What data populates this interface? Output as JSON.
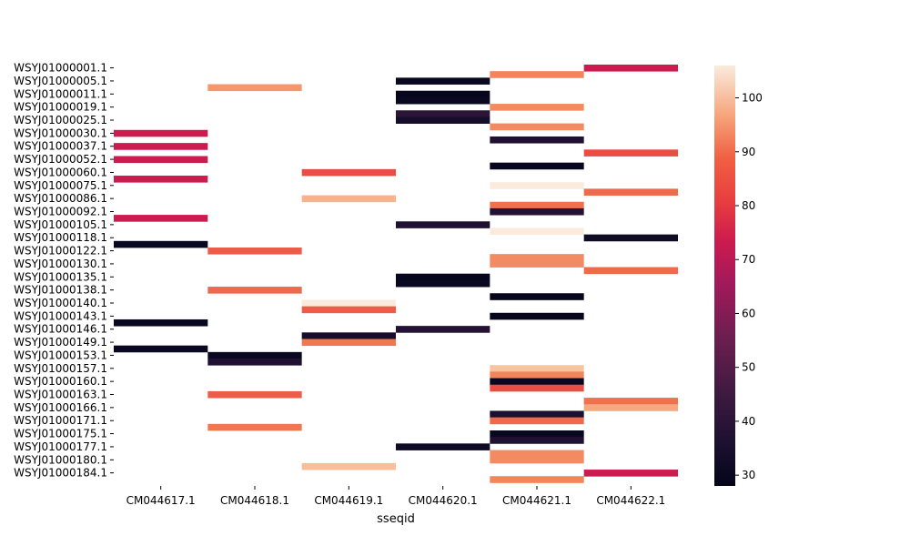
{
  "chart_data": {
    "type": "heatmap",
    "title": "",
    "xlabel": "sseqid",
    "ylabel": "",
    "columns": [
      "CM044617.1",
      "CM044618.1",
      "CM044619.1",
      "CM044620.1",
      "CM044621.1",
      "CM044622.1"
    ],
    "row_count": 63,
    "row_tick_labels": [
      {
        "row": 0,
        "label": "WSYJ01000001.1"
      },
      {
        "row": 2,
        "label": "WSYJ01000005.1"
      },
      {
        "row": 4,
        "label": "WSYJ01000011.1"
      },
      {
        "row": 6,
        "label": "WSYJ01000019.1"
      },
      {
        "row": 8,
        "label": "WSYJ01000025.1"
      },
      {
        "row": 10,
        "label": "WSYJ01000030.1"
      },
      {
        "row": 12,
        "label": "WSYJ01000037.1"
      },
      {
        "row": 14,
        "label": "WSYJ01000052.1"
      },
      {
        "row": 16,
        "label": "WSYJ01000060.1"
      },
      {
        "row": 18,
        "label": "WSYJ01000075.1"
      },
      {
        "row": 20,
        "label": "WSYJ01000086.1"
      },
      {
        "row": 22,
        "label": "WSYJ01000092.1"
      },
      {
        "row": 24,
        "label": "WSYJ01000105.1"
      },
      {
        "row": 26,
        "label": "WSYJ01000118.1"
      },
      {
        "row": 28,
        "label": "WSYJ01000122.1"
      },
      {
        "row": 30,
        "label": "WSYJ01000130.1"
      },
      {
        "row": 32,
        "label": "WSYJ01000135.1"
      },
      {
        "row": 34,
        "label": "WSYJ01000138.1"
      },
      {
        "row": 36,
        "label": "WSYJ01000140.1"
      },
      {
        "row": 38,
        "label": "WSYJ01000143.1"
      },
      {
        "row": 40,
        "label": "WSYJ01000146.1"
      },
      {
        "row": 42,
        "label": "WSYJ01000149.1"
      },
      {
        "row": 44,
        "label": "WSYJ01000153.1"
      },
      {
        "row": 46,
        "label": "WSYJ01000157.1"
      },
      {
        "row": 48,
        "label": "WSYJ01000160.1"
      },
      {
        "row": 50,
        "label": "WSYJ01000163.1"
      },
      {
        "row": 52,
        "label": "WSYJ01000166.1"
      },
      {
        "row": 54,
        "label": "WSYJ01000171.1"
      },
      {
        "row": 56,
        "label": "WSYJ01000175.1"
      },
      {
        "row": 58,
        "label": "WSYJ01000177.1"
      },
      {
        "row": 60,
        "label": "WSYJ01000180.1"
      },
      {
        "row": 62,
        "label": "WSYJ01000184.1"
      }
    ],
    "colorbar": {
      "min": 28,
      "max": 106,
      "ticks": [
        30,
        40,
        50,
        60,
        70,
        80,
        90,
        100
      ]
    },
    "cells": [
      {
        "row": 10,
        "col": 0,
        "value": 72
      },
      {
        "row": 12,
        "col": 0,
        "value": 72
      },
      {
        "row": 14,
        "col": 0,
        "value": 72
      },
      {
        "row": 17,
        "col": 0,
        "value": 72
      },
      {
        "row": 23,
        "col": 0,
        "value": 72
      },
      {
        "row": 27,
        "col": 0,
        "value": 30
      },
      {
        "row": 39,
        "col": 0,
        "value": 30
      },
      {
        "row": 43,
        "col": 0,
        "value": 30
      },
      {
        "row": 3,
        "col": 1,
        "value": 91
      },
      {
        "row": 28,
        "col": 1,
        "value": 82
      },
      {
        "row": 34,
        "col": 1,
        "value": 84
      },
      {
        "row": 44,
        "col": 1,
        "value": 30
      },
      {
        "row": 45,
        "col": 1,
        "value": 37
      },
      {
        "row": 50,
        "col": 1,
        "value": 82
      },
      {
        "row": 55,
        "col": 1,
        "value": 86
      },
      {
        "row": 16,
        "col": 2,
        "value": 80
      },
      {
        "row": 20,
        "col": 2,
        "value": 96
      },
      {
        "row": 36,
        "col": 2,
        "value": 106
      },
      {
        "row": 37,
        "col": 2,
        "value": 82
      },
      {
        "row": 41,
        "col": 2,
        "value": 34
      },
      {
        "row": 42,
        "col": 2,
        "value": 86
      },
      {
        "row": 61,
        "col": 2,
        "value": 98
      },
      {
        "row": 2,
        "col": 3,
        "value": 30
      },
      {
        "row": 4,
        "col": 3,
        "value": 29
      },
      {
        "row": 5,
        "col": 3,
        "value": 30
      },
      {
        "row": 7,
        "col": 3,
        "value": 40
      },
      {
        "row": 8,
        "col": 3,
        "value": 34
      },
      {
        "row": 24,
        "col": 3,
        "value": 37
      },
      {
        "row": 32,
        "col": 3,
        "value": 29
      },
      {
        "row": 33,
        "col": 3,
        "value": 30
      },
      {
        "row": 40,
        "col": 3,
        "value": 38
      },
      {
        "row": 58,
        "col": 3,
        "value": 32
      },
      {
        "row": 1,
        "col": 4,
        "value": 88
      },
      {
        "row": 6,
        "col": 4,
        "value": 89
      },
      {
        "row": 9,
        "col": 4,
        "value": 89
      },
      {
        "row": 11,
        "col": 4,
        "value": 37
      },
      {
        "row": 15,
        "col": 4,
        "value": 29
      },
      {
        "row": 18,
        "col": 4,
        "value": 106
      },
      {
        "row": 21,
        "col": 4,
        "value": 85
      },
      {
        "row": 22,
        "col": 4,
        "value": 38
      },
      {
        "row": 25,
        "col": 4,
        "value": 106
      },
      {
        "row": 29,
        "col": 4,
        "value": 89
      },
      {
        "row": 30,
        "col": 4,
        "value": 89
      },
      {
        "row": 35,
        "col": 4,
        "value": 29
      },
      {
        "row": 38,
        "col": 4,
        "value": 29
      },
      {
        "row": 46,
        "col": 4,
        "value": 99
      },
      {
        "row": 47,
        "col": 4,
        "value": 88
      },
      {
        "row": 48,
        "col": 4,
        "value": 30
      },
      {
        "row": 49,
        "col": 4,
        "value": 80
      },
      {
        "row": 53,
        "col": 4,
        "value": 36
      },
      {
        "row": 54,
        "col": 4,
        "value": 84
      },
      {
        "row": 56,
        "col": 4,
        "value": 30
      },
      {
        "row": 57,
        "col": 4,
        "value": 37
      },
      {
        "row": 59,
        "col": 4,
        "value": 89
      },
      {
        "row": 60,
        "col": 4,
        "value": 89
      },
      {
        "row": 63,
        "col": 4,
        "value": 88
      },
      {
        "row": 0,
        "col": 5,
        "value": 72
      },
      {
        "row": 13,
        "col": 5,
        "value": 80
      },
      {
        "row": 19,
        "col": 5,
        "value": 84
      },
      {
        "row": 26,
        "col": 5,
        "value": 32
      },
      {
        "row": 31,
        "col": 5,
        "value": 84
      },
      {
        "row": 51,
        "col": 5,
        "value": 85
      },
      {
        "row": 52,
        "col": 5,
        "value": 94
      },
      {
        "row": 62,
        "col": 5,
        "value": 72
      }
    ]
  }
}
